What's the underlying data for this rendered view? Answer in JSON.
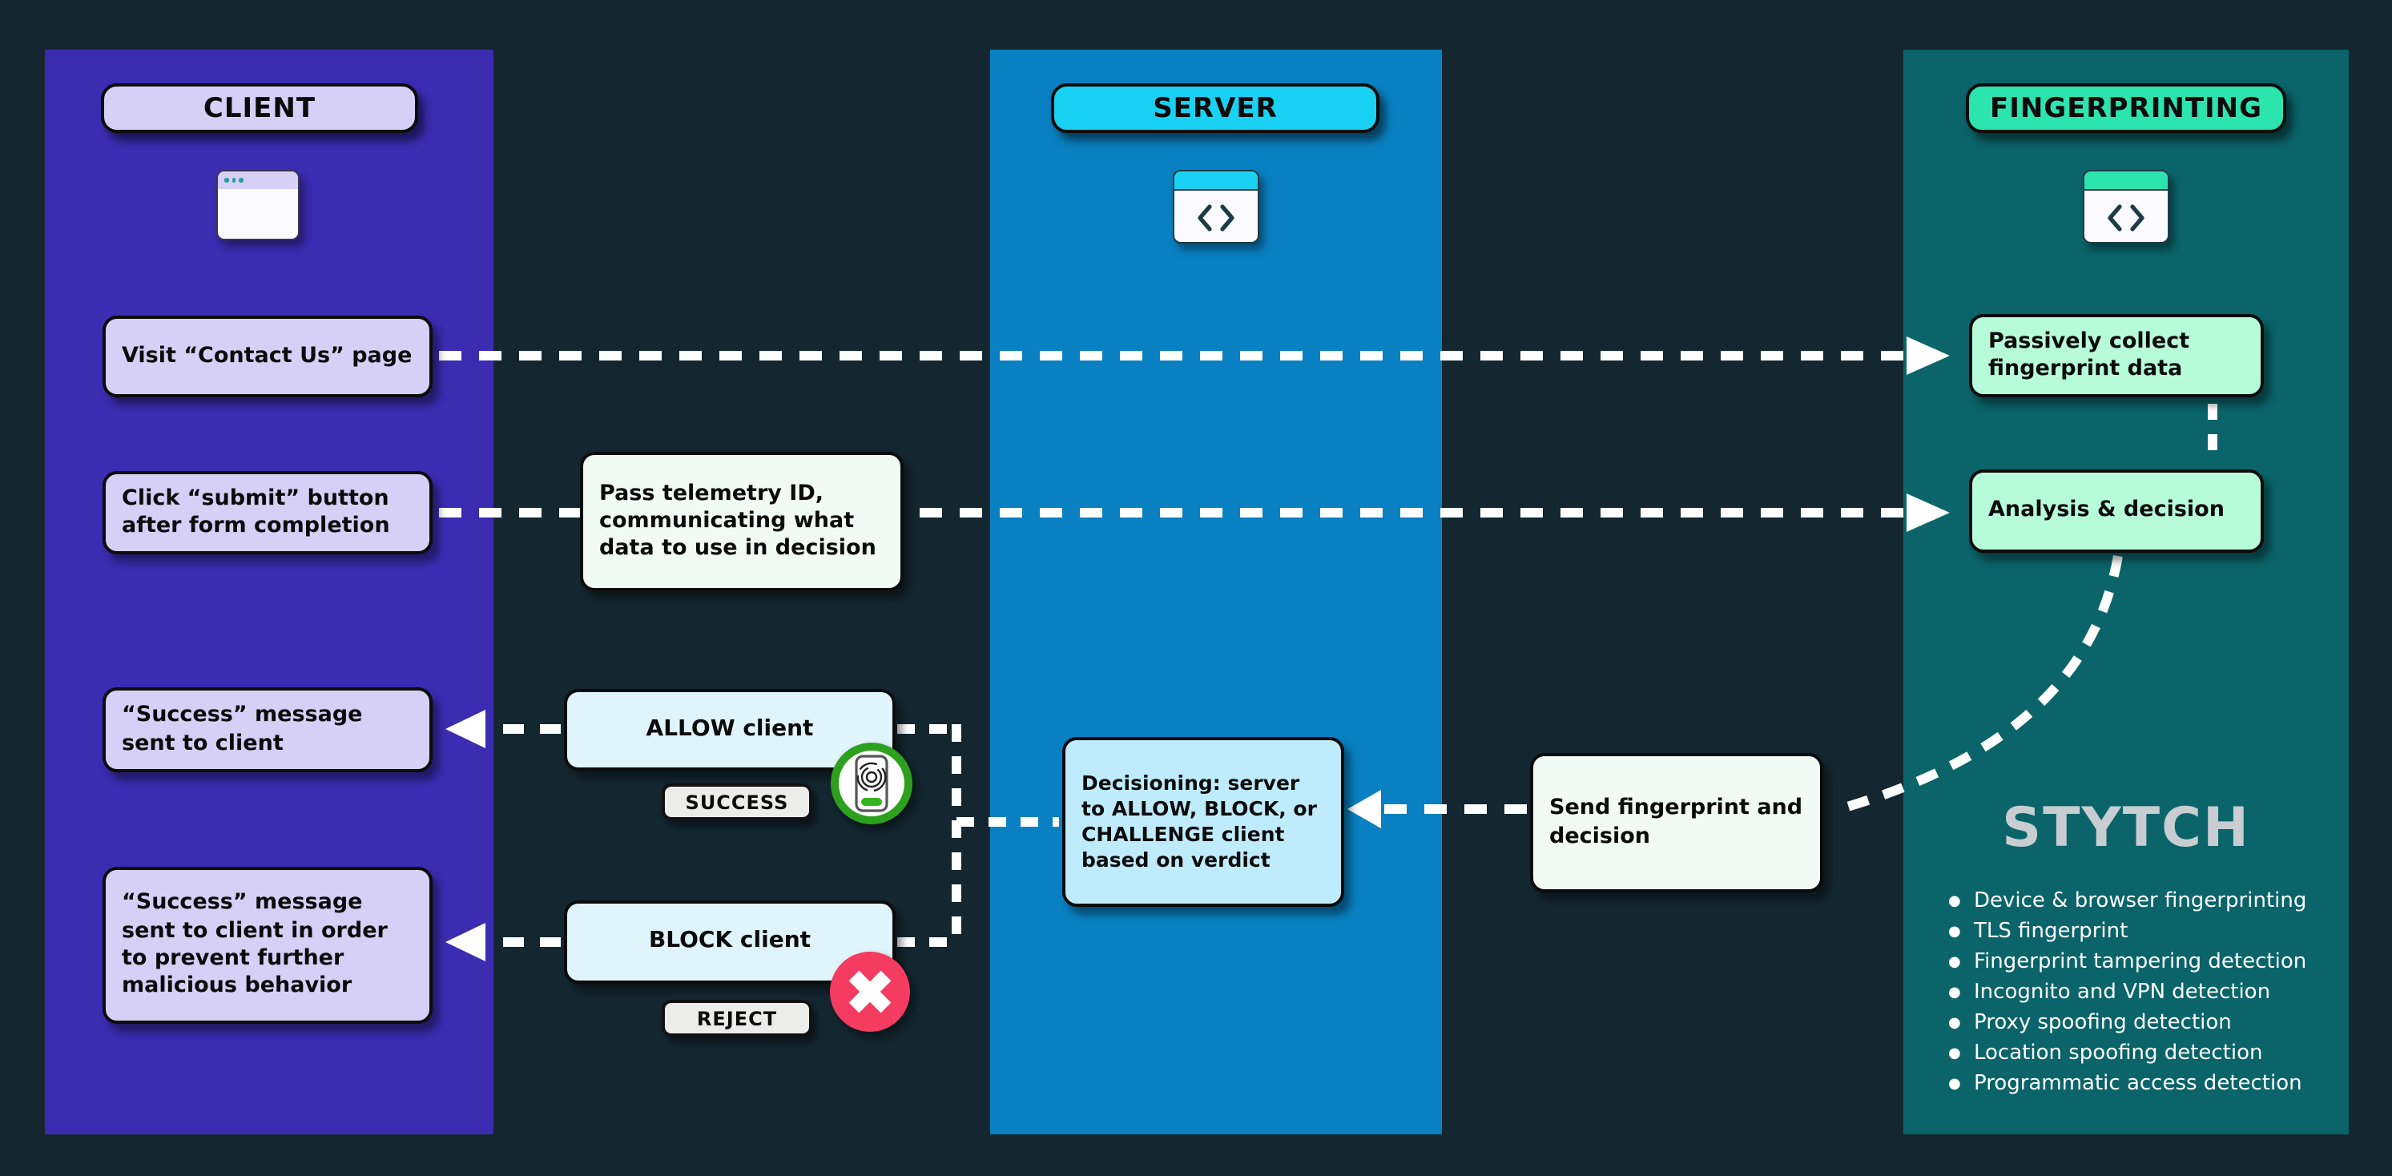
{
  "client": {
    "header": "CLIENT",
    "visit_box": "Visit “Contact Us” page",
    "submit_box": "Click “submit” button after form completion",
    "success_box": "“Success” message sent to client",
    "success_block_box": "“Success” message sent to client in order to prevent further malicious behavior"
  },
  "flow": {
    "telemetry_box": "Pass telemetry ID, communicating what data to use in decision",
    "allow_box": "ALLOW client",
    "allow_badge": "SUCCESS",
    "block_box": "BLOCK client",
    "block_badge": "REJECT"
  },
  "server": {
    "header": "SERVER",
    "decision_box": "Decisioning: server to ALLOW, BLOCK, or CHALLENGE client based on verdict"
  },
  "fingerprinting": {
    "header": "FINGERPRINTING",
    "collect_box": "Passively collect fingerprint data",
    "analysis_box": "Analysis & decision",
    "send_box": "Send fingerprint and decision",
    "brand": "STYTCH",
    "features": [
      "Device & browser fingerprinting",
      "TLS fingerprint",
      "Fingerprint tampering detection",
      "Incognito and VPN detection",
      "Proxy spoofing detection",
      "Location spoofing detection",
      "Programmatic access detection"
    ]
  },
  "icons": {
    "client_icon": "browser-window",
    "server_icon": "code-window",
    "fingerprinting_icon": "code-window",
    "allow_icon": "fingerprint-phone",
    "block_icon": "x-mark"
  },
  "colors": {
    "background": "#142731",
    "client_column": "#3b2cb1",
    "client_box": "#d6d0f7",
    "server_column": "#0980c1",
    "server_header": "#19d2f3",
    "decision_box": "#bfecfc",
    "flow_box": "#e0f4fc",
    "fingerprint_column": "#0a646a",
    "fingerprint_header": "#2ce4ae",
    "fingerprint_box": "#b7fcd9",
    "neutral_box": "#f1faf5",
    "badge_gray": "#ececeb",
    "success_green": "#2da01d",
    "reject_pink": "#f43b60",
    "brand_gray": "#c8cdd2",
    "connector_white": "#ffffff"
  }
}
